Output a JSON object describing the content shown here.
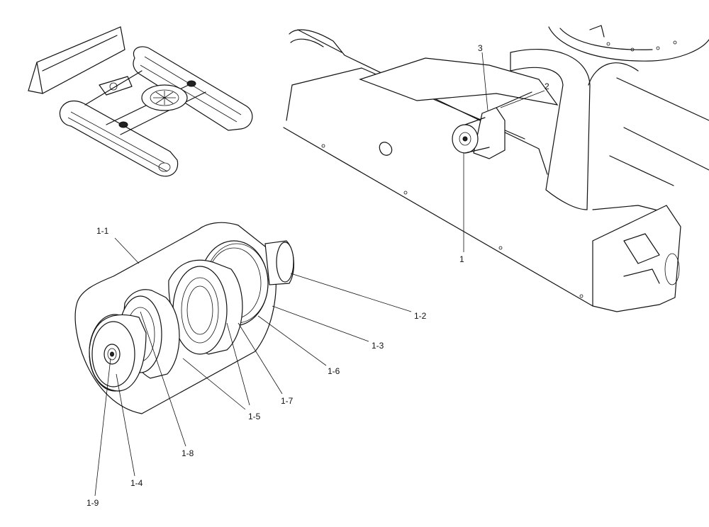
{
  "callouts": {
    "c1": "1",
    "c2": "2",
    "c3": "3",
    "c1_1": "1-1",
    "c1_2": "1-2",
    "c1_3": "1-3",
    "c1_4": "1-4",
    "c1_5": "1-5",
    "c1_6": "1-6",
    "c1_7": "1-7",
    "c1_8": "1-8",
    "c1_9": "1-9"
  }
}
